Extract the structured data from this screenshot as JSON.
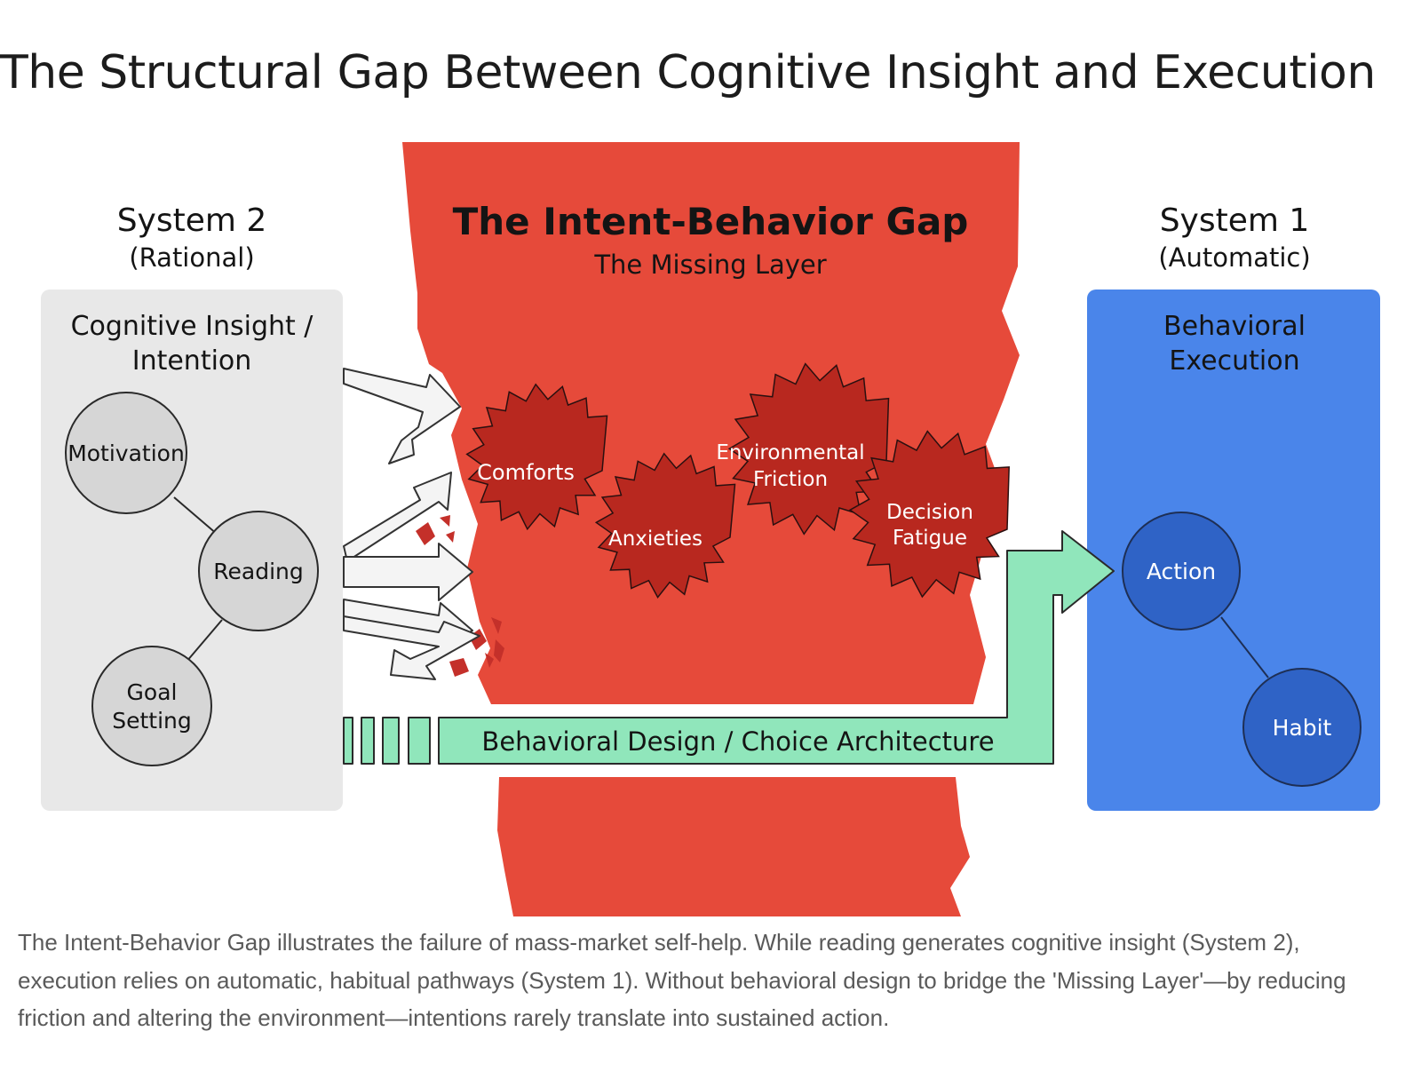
{
  "page_title": "The Structural Gap Between Cognitive Insight and Execution",
  "gap": {
    "title": "The Intent-Behavior Gap",
    "subtitle": "The Missing Layer"
  },
  "system2": {
    "title": "System 2",
    "subtitle": "(Rational)",
    "panel_line1": "Cognitive Insight /",
    "panel_line2": "Intention"
  },
  "system1": {
    "title": "System 1",
    "subtitle": "(Automatic)",
    "panel_line1": "Behavioral",
    "panel_line2": "Execution"
  },
  "nodes": {
    "motivation": "Motivation",
    "reading": "Reading",
    "goal_line1": "Goal",
    "goal_line2": "Setting",
    "action": "Action",
    "habit": "Habit"
  },
  "barriers": {
    "comforts": "Comforts",
    "anxieties": "Anxieties",
    "env_line1": "Environmental",
    "env_line2": "Friction",
    "dec_line1": "Decision",
    "dec_line2": "Fatigue"
  },
  "bridge": {
    "label": "Behavioral Design / Choice Architecture"
  },
  "caption": "The Intent-Behavior Gap illustrates the failure of mass-market self-help. While reading generates cognitive insight (System 2), execution relies on automatic, habitual pathways (System 1). Without behavioral design to bridge the 'Missing Layer'—by reducing friction and altering the environment—intentions rarely translate into sustained action.",
  "colors": {
    "gap_red": "#e64a3a",
    "barrier_red": "#b8281f",
    "system2_panel": "#e8e8e8",
    "system1_blue": "#4a85ea",
    "node_blue": "#2f63c6",
    "node_gray": "#d6d6d6",
    "bridge_green": "#90e6bb"
  }
}
